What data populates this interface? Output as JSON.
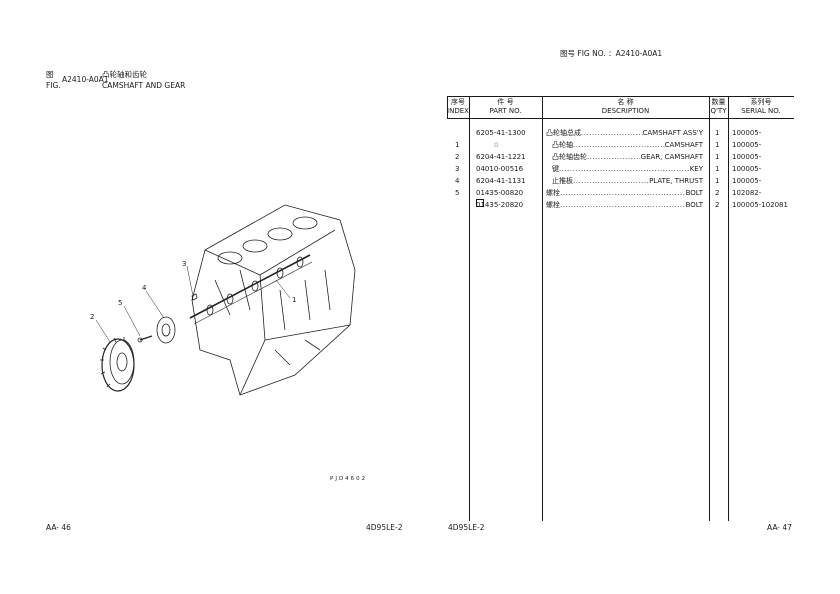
{
  "left_page": {
    "fig_label_zh": "图",
    "fig_label_en": "FIG.",
    "fig_number": "A2410-A0A1",
    "title_zh": "凸轮轴和齿轮",
    "title_en": "CAMSHAFT AND GEAR",
    "callouts": [
      "1",
      "2",
      "3",
      "4",
      "5"
    ],
    "drawing_code": "PJD4602",
    "page_number": "AA- 46",
    "model": "4D95LE-2"
  },
  "right_page": {
    "fig_header": "图号  FIG NO.  ：A2410-A0A1",
    "model": "4D95LE-2",
    "page_number": "AA- 47"
  },
  "table": {
    "headers": {
      "index_zh": "序号",
      "index_en": "INDEX",
      "part_zh": "件    号",
      "part_en": "PART NO.",
      "desc_zh": "名         称",
      "desc_en": "DESCRIPTION",
      "qty_zh": "数量",
      "qty_en": "Q'TY",
      "serial_zh": "系列号",
      "serial_en": "SERIAL NO."
    },
    "rows": [
      {
        "index": "",
        "part_no": "6205-41-1300",
        "desc_zh": "凸轮轴总成",
        "desc_en": "CAMSHAFT ASS'Y",
        "qty": "1",
        "serial": "100005-"
      },
      {
        "index": "1",
        "part_no": "☆",
        "desc_zh": "  凸轮轴",
        "desc_en": "CAMSHAFT",
        "qty": "1",
        "serial": "100005-"
      },
      {
        "index": "2",
        "part_no": "6204-41-1221",
        "desc_zh": "  凸轮轴齿轮",
        "desc_en": "GEAR, CAMSHAFT",
        "qty": "1",
        "serial": "100005-"
      },
      {
        "index": "3",
        "part_no": "04010-00516",
        "desc_zh": "  键",
        "desc_en": "KEY",
        "qty": "1",
        "serial": "100005-"
      },
      {
        "index": "4",
        "part_no": "6204-41-1131",
        "desc_zh": "  止推板",
        "desc_en": "PLATE, THRUST",
        "qty": "1",
        "serial": "100005-"
      },
      {
        "index": "5",
        "part_no": "01435-00820",
        "desc_zh": "螺栓",
        "desc_en": "BOLT",
        "qty": "2",
        "serial": "102082-"
      },
      {
        "index": "",
        "part_no": "01435-20820",
        "desc_zh": "螺栓",
        "desc_en": "BOLT",
        "qty": "2",
        "serial": "100005-102081",
        "boxed": true
      }
    ]
  }
}
